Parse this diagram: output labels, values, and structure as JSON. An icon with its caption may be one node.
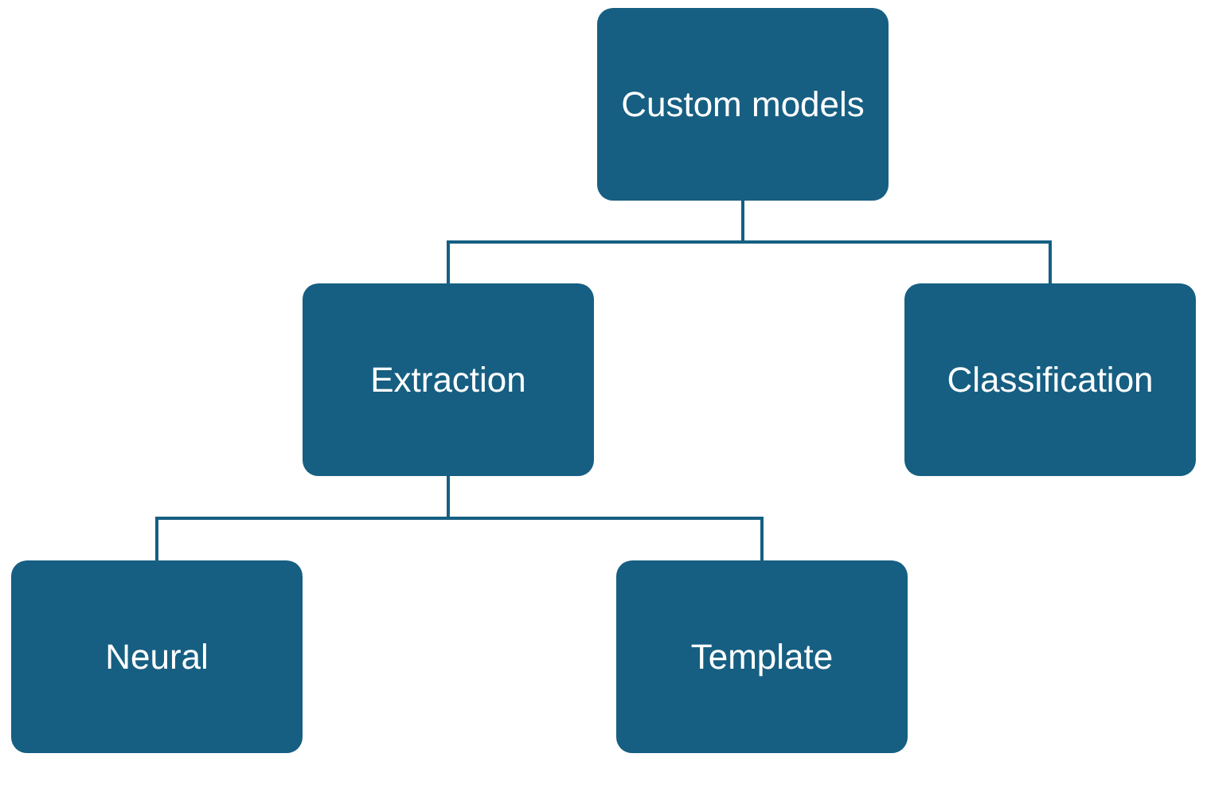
{
  "diagram": {
    "nodes": [
      {
        "text": [
          "Custom models"
        ]
      },
      {
        "text": [
          "Extraction"
        ]
      },
      {
        "text": [
          "Classification"
        ]
      },
      {
        "text": [
          "Neural"
        ]
      },
      {
        "text": [
          "Template"
        ]
      }
    ],
    "edges": [
      {
        "from": 0,
        "to": 1,
        "arrow": "none"
      },
      {
        "from": 0,
        "to": 2,
        "arrow": "none"
      },
      {
        "from": 1,
        "to": 3,
        "arrow": "none"
      },
      {
        "from": 1,
        "to": 4,
        "arrow": "none"
      }
    ]
  }
}
